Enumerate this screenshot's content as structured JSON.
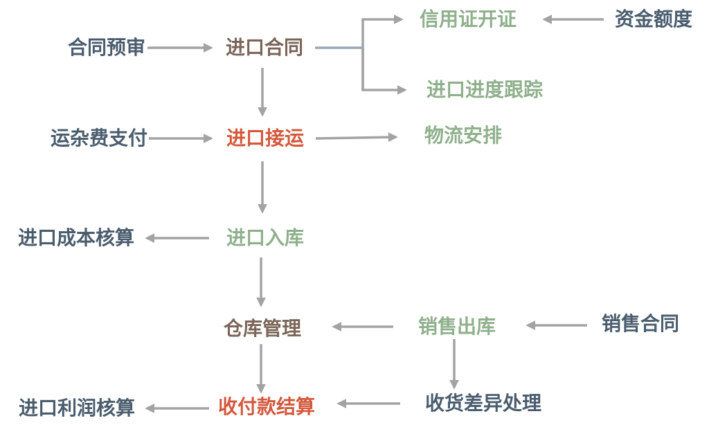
{
  "diagram": {
    "colors": {
      "dark": "#4a5d6e",
      "brown": "#7b6558",
      "green": "#8fb08c",
      "red": "#d4583c",
      "arrow": "#a3a3a3"
    },
    "nodes": {
      "contract_review": "合同预审",
      "import_contract": "进口合同",
      "letter_of_credit": "信用证开证",
      "fund_limit": "资金额度",
      "import_progress_tracking": "进口进度跟踪",
      "freight_payment": "运杂费支付",
      "import_shipping": "进口接运",
      "logistics_arrangement": "物流安排",
      "import_cost_accounting": "进口成本核算",
      "import_warehousing": "进口入库",
      "warehouse_management": "仓库管理",
      "sales_outbound": "销售出库",
      "sales_contract": "销售合同",
      "receipt_difference_handling": "收货差异处理",
      "import_profit_accounting": "进口利润核算",
      "payment_receipt_settlement": "收付款结算"
    }
  }
}
